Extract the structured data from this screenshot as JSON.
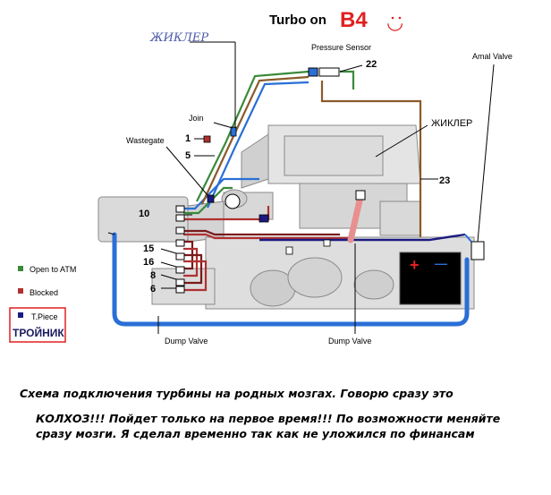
{
  "title": {
    "text": "Turbo on",
    "model": "B4",
    "smiley": "◡"
  },
  "handwritten": {
    "zhikler_top": "ЖИКЛЕР",
    "zhikler_engine": "ЖИКЛЕР",
    "troinik": "ТРОЙНИК"
  },
  "labels": {
    "pressure_sensor": "Pressure Sensor",
    "amal_valve": "Amal Valve",
    "join": "Join",
    "wastegate": "Wastegate",
    "dump_valve_left": "Dump Valve",
    "dump_valve_center": "Dump Valve"
  },
  "numbers": {
    "n22": "22",
    "n1": "1",
    "n5": "5",
    "n23": "23",
    "n10": "10",
    "n15": "15",
    "n16": "16",
    "n8": "8",
    "n6": "6"
  },
  "legend": {
    "open_to_atm": "Open to ATM",
    "blocked": "Blocked",
    "t_piece": "T.Piece"
  },
  "battery": {
    "plus": "+",
    "minus": "—"
  },
  "caption": {
    "line1": "Схема подключения турбины на родных мозгах. Говорю сразу это",
    "line2": "КОЛХОЗ!!! Пойдет только на первое время!!! По возможности меняйте сразу мозги. Я сделал временно так как не уложился по финансам"
  },
  "colors": {
    "hose_blue": "#2a6fd6",
    "hose_green": "#3a8a3a",
    "hose_red": "#b03030",
    "hose_darkred": "#7a1a1a",
    "hose_brown": "#8a5a2a",
    "navy": "#1a1a80",
    "title_red": "#e02020",
    "handwriting_blue": "#4a5aa8"
  }
}
